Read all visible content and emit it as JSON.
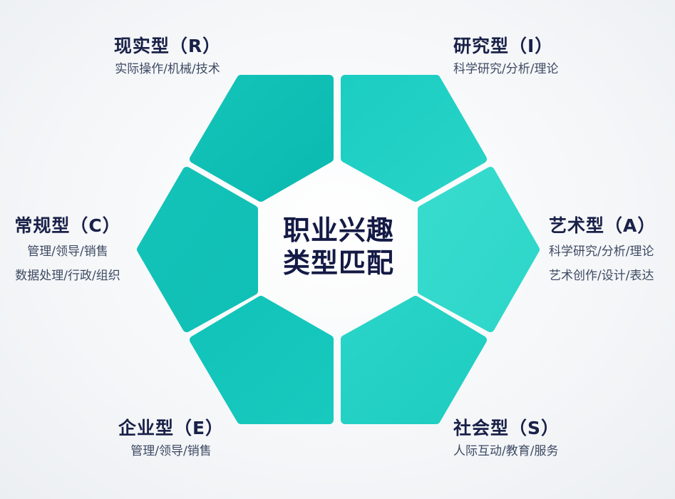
{
  "center": {
    "line1": "职业兴趣",
    "line2": "类型匹配"
  },
  "colors": {
    "segment_realistic": "#0dc2b6",
    "segment_investigative": "#22d0c4",
    "segment_artistic": "#34dbcb",
    "segment_conventional": "#12c4b9",
    "segment_enterprising": "#14c8bd",
    "segment_social": "#2ad4c8",
    "title_text": "#1a2148",
    "desc_text": "#3e4a63"
  },
  "types": {
    "realistic": {
      "title": "现实型（R）",
      "desc": [
        "实际操作/机械/技术"
      ]
    },
    "investigative": {
      "title": "研究型（I）",
      "desc": [
        "科学研究/分析/理论"
      ]
    },
    "conventional": {
      "title": "常规型（C）",
      "desc": [
        "管理/领导/销售",
        "数据处理/行政/组织"
      ]
    },
    "artistic": {
      "title": "艺术型（A）",
      "desc": [
        "科学研究/分析/理论",
        "艺术创作/设计/表达"
      ]
    },
    "enterprising": {
      "title": "企业型（E）",
      "desc": [
        "管理/领导/销售"
      ]
    },
    "social": {
      "title": "社会型（S）",
      "desc": [
        "人际互动/教育/服务"
      ]
    }
  }
}
